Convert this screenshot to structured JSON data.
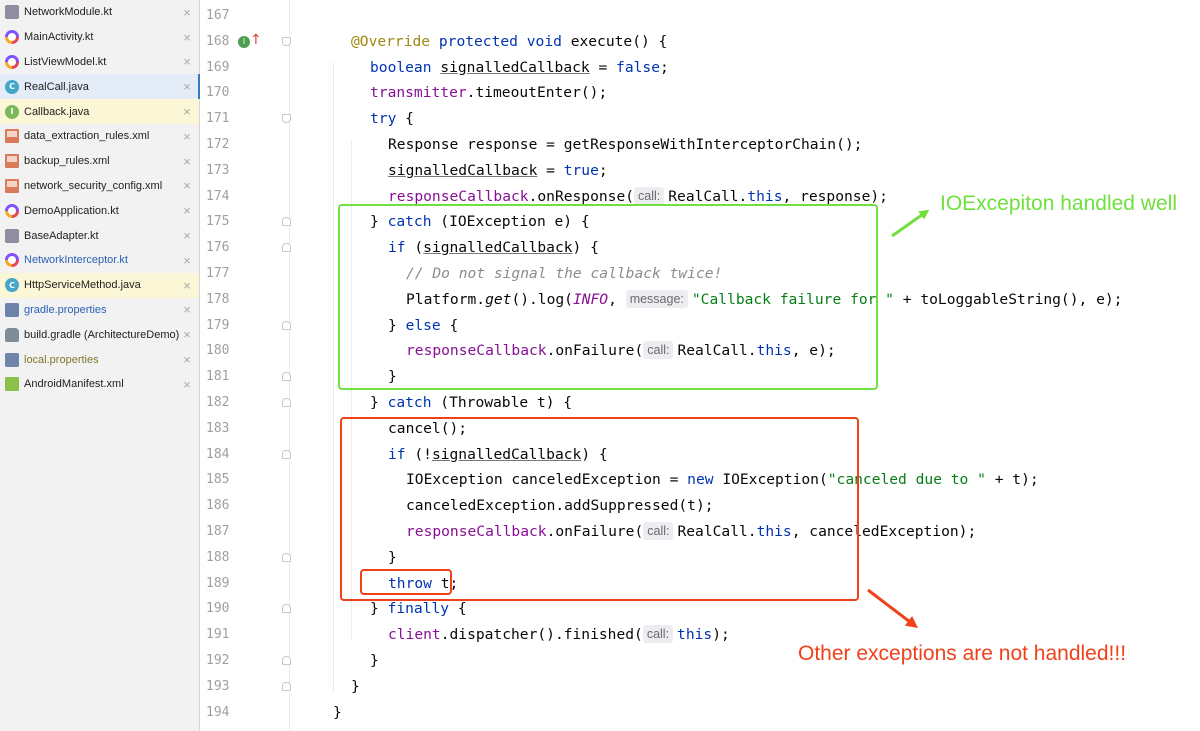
{
  "files": [
    {
      "name": "NetworkModule.kt",
      "icon": "kotlin-file-icon",
      "style": "normal",
      "state": "normal"
    },
    {
      "name": "MainActivity.kt",
      "icon": "kotlin-class-icon",
      "style": "normal",
      "state": "normal"
    },
    {
      "name": "ListViewModel.kt",
      "icon": "kotlin-class-icon",
      "style": "normal",
      "state": "normal"
    },
    {
      "name": "RealCall.java",
      "icon": "java-class-icon",
      "style": "normal",
      "state": "active"
    },
    {
      "name": "Callback.java",
      "icon": "java-interface-icon",
      "style": "normal",
      "state": "highlighted"
    },
    {
      "name": "data_extraction_rules.xml",
      "icon": "xml-file-icon",
      "style": "normal",
      "state": "normal"
    },
    {
      "name": "backup_rules.xml",
      "icon": "xml-file-icon",
      "style": "normal",
      "state": "normal"
    },
    {
      "name": "network_security_config.xml",
      "icon": "xml-file-icon",
      "style": "normal",
      "state": "normal"
    },
    {
      "name": "DemoApplication.kt",
      "icon": "kotlin-class-icon",
      "style": "normal",
      "state": "normal"
    },
    {
      "name": "BaseAdapter.kt",
      "icon": "kotlin-file-icon",
      "style": "normal",
      "state": "normal"
    },
    {
      "name": "NetworkInterceptor.kt",
      "icon": "kotlin-class-icon",
      "style": "blue",
      "state": "normal"
    },
    {
      "name": "HttpServiceMethod.java",
      "icon": "java-class-icon",
      "style": "normal",
      "state": "highlighted"
    },
    {
      "name": "gradle.properties",
      "icon": "properties-file-icon",
      "style": "blue",
      "state": "normal"
    },
    {
      "name": "build.gradle (ArchitectureDemo)",
      "icon": "gradle-icon",
      "style": "normal",
      "state": "normal"
    },
    {
      "name": "local.properties",
      "icon": "properties-file-icon",
      "style": "olive",
      "state": "normal"
    },
    {
      "name": "AndroidManifest.xml",
      "icon": "manifest-file-icon",
      "style": "normal",
      "state": "normal"
    }
  ],
  "close_glyph": "×",
  "override_glyph": "I",
  "up_arrow_glyph": "↑",
  "line_numbers": [
    "167",
    "168",
    "169",
    "170",
    "171",
    "172",
    "173",
    "174",
    "175",
    "176",
    "177",
    "178",
    "179",
    "180",
    "181",
    "182",
    "183",
    "184",
    "185",
    "186",
    "187",
    "188",
    "189",
    "190",
    "191",
    "192",
    "193",
    "194"
  ],
  "code_lines": [
    [],
    [
      [
        "anno",
        "@Override"
      ],
      [
        "p",
        " "
      ],
      [
        "kw",
        "protected"
      ],
      [
        "p",
        " "
      ],
      [
        "kw",
        "void"
      ],
      [
        "p",
        " execute() {"
      ]
    ],
    [
      [
        "kw",
        "boolean"
      ],
      [
        "p",
        " "
      ],
      [
        "ul",
        "signalledCallback"
      ],
      [
        "p",
        " = "
      ],
      [
        "kw",
        "false"
      ],
      [
        "p",
        ";"
      ]
    ],
    [
      [
        "field",
        "transmitter"
      ],
      [
        "p",
        ".timeoutEnter();"
      ]
    ],
    [
      [
        "kw",
        "try"
      ],
      [
        "p",
        " {"
      ]
    ],
    [
      [
        "p",
        "Response response = getResponseWithInterceptorChain();"
      ]
    ],
    [
      [
        "ul",
        "signalledCallback"
      ],
      [
        "p",
        " = "
      ],
      [
        "kw",
        "true"
      ],
      [
        "p",
        ";"
      ]
    ],
    [
      [
        "field",
        "responseCallback"
      ],
      [
        "p",
        ".onResponse("
      ],
      [
        "hint",
        "call:"
      ],
      [
        "p",
        "RealCall."
      ],
      [
        "kw",
        "this"
      ],
      [
        "p",
        ", response);"
      ]
    ],
    [
      [
        "p",
        "} "
      ],
      [
        "kw",
        "catch"
      ],
      [
        "p",
        " (IOException e) {"
      ]
    ],
    [
      [
        "kw",
        "if"
      ],
      [
        "p",
        " ("
      ],
      [
        "ul",
        "signalledCallback"
      ],
      [
        "p",
        ") {"
      ]
    ],
    [
      [
        "cmt",
        "// Do not signal the callback twice!"
      ]
    ],
    [
      [
        "p",
        "Platform."
      ],
      [
        "it",
        "get"
      ],
      [
        "p",
        "().log("
      ],
      [
        "ip",
        "INFO"
      ],
      [
        "p",
        ", "
      ],
      [
        "hint",
        "message:"
      ],
      [
        "str",
        "\"Callback failure for \""
      ],
      [
        "p",
        " + toLoggableString(), e);"
      ]
    ],
    [
      [
        "p",
        "} "
      ],
      [
        "kw",
        "else"
      ],
      [
        "p",
        " {"
      ]
    ],
    [
      [
        "field",
        "responseCallback"
      ],
      [
        "p",
        ".onFailure("
      ],
      [
        "hint",
        "call:"
      ],
      [
        "p",
        "RealCall."
      ],
      [
        "kw",
        "this"
      ],
      [
        "p",
        ", e);"
      ]
    ],
    [
      [
        "p",
        "}"
      ]
    ],
    [
      [
        "p",
        "} "
      ],
      [
        "kw",
        "catch"
      ],
      [
        "p",
        " (Throwable t) {"
      ]
    ],
    [
      [
        "p",
        "cancel();"
      ]
    ],
    [
      [
        "kw",
        "if"
      ],
      [
        "p",
        " (!"
      ],
      [
        "ul",
        "signalledCallback"
      ],
      [
        "p",
        ") {"
      ]
    ],
    [
      [
        "p",
        "IOException canceledException = "
      ],
      [
        "kw",
        "new"
      ],
      [
        "p",
        " IOException("
      ],
      [
        "str",
        "\"canceled due to \""
      ],
      [
        "p",
        " + t);"
      ]
    ],
    [
      [
        "p",
        "canceledException.addSuppressed(t);"
      ]
    ],
    [
      [
        "field",
        "responseCallback"
      ],
      [
        "p",
        ".onFailure("
      ],
      [
        "hint",
        "call:"
      ],
      [
        "p",
        "RealCall."
      ],
      [
        "kw",
        "this"
      ],
      [
        "p",
        ", canceledException);"
      ]
    ],
    [
      [
        "p",
        "}"
      ]
    ],
    [
      [
        "kw",
        "throw"
      ],
      [
        "p",
        " t;"
      ]
    ],
    [
      [
        "p",
        "} "
      ],
      [
        "kw",
        "finally"
      ],
      [
        "p",
        " {"
      ]
    ],
    [
      [
        "field",
        "client"
      ],
      [
        "p",
        ".dispatcher().finished("
      ],
      [
        "hint",
        "call:"
      ],
      [
        "kw",
        "this"
      ],
      [
        "p",
        ");"
      ]
    ],
    [
      [
        "p",
        "}"
      ]
    ],
    [
      [
        "p",
        "}"
      ]
    ],
    [
      [
        "p",
        "}"
      ]
    ]
  ],
  "annotations": {
    "green_label": "IOExcepiton handled well",
    "red_label": "Other exceptions are not handled!!!",
    "green_color": "#6fe03d",
    "red_color": "#f0411a"
  }
}
